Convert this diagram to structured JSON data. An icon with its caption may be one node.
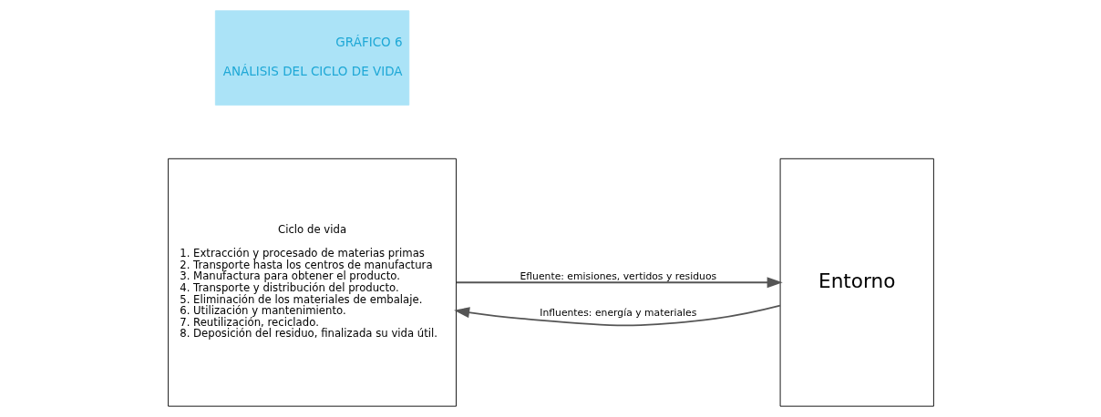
{
  "diagram": {
    "nodes": [
      {
        "text": [
          "Ciclo de vida",
          "1. Extracción y procesado de materias primas",
          "2. Transporte hasta los centros de manufactura",
          "3. Manufactura para obtener el producto.",
          "4. Transporte y distribución del producto.",
          "5. Eliminación de los materiales de embalaje.",
          "6. Utilización y mantenimiento.",
          "7. Reutilización, reciclado.",
          "8. Deposición del residuo, finalizada su vida útil."
        ]
      },
      {
        "text": [
          "Entorno"
        ]
      },
      {
        "text": [
          "GRÁFICO 6",
          "ANÁLISIS DEL CICLO DE VIDA"
        ]
      }
    ],
    "edges": [
      {
        "from": 1,
        "to": 0,
        "arrow": "to",
        "label": "Influentes: energía y materiales"
      },
      {
        "from": 0,
        "to": 1,
        "arrow": "to",
        "label": "Efluente: emisiones, vertidos y residuos"
      }
    ]
  }
}
